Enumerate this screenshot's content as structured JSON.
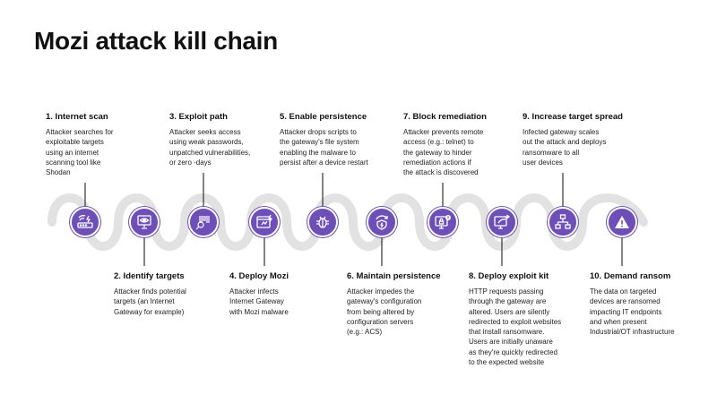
{
  "title": "Mozi attack kill chain",
  "colors": {
    "accent": "#6e4fb8",
    "wave": "#e2e2e2",
    "connector": "#333333"
  },
  "stages": [
    {
      "label": "1. Internet scan",
      "desc": "Attacker searches for\nexploitable targets\nusing an internet\nscanning tool like\nShodan",
      "icon": "router-icon"
    },
    {
      "label": "2. Identify targets",
      "desc": "Attacker finds potential\ntargets (an Internet\nGateway for example)",
      "icon": "monitor-eye-icon"
    },
    {
      "label": "3. Exploit path",
      "desc": "Attacker seeks access\nusing weak passwords,\nunpatched vulnerabilities,\nor zero -days",
      "icon": "barcode-search-icon"
    },
    {
      "label": "4. Deploy Mozi",
      "desc": "Attacker infects\nInternet Gateway\nwith Mozi malware",
      "icon": "browser-bolt-icon"
    },
    {
      "label": "5. Enable persistence",
      "desc": "Attacker drops scripts to\nthe gateway's file  system\nenabling  the malware to\npersist after a device  restart",
      "icon": "bug-icon"
    },
    {
      "label": "6. Maintain persistence",
      "desc": "Attacker impedes  the\ngateway's configuration\nfrom being altered by\nconfiguration servers\n(e.g.: ACS)",
      "icon": "shield-refresh-icon"
    },
    {
      "label": "7. Block remediation",
      "desc": "Attacker prevents remote\naccess (e.g.: telnet) to\nthe gateway to hinder\nremediation actions if\nthe attack is discovered",
      "icon": "monitor-lock-icon"
    },
    {
      "label": "8. Deploy exploit kit",
      "desc": "HTTP requests passing\nthrough the gateway are\naltered. Users are silently\nredirected to exploit websites\nthat install ransomware.\nUsers are initially unaware\nas they're quickly redirected\nto the expected website",
      "icon": "monitor-redirect-icon"
    },
    {
      "label": "9. Increase target spread",
      "desc": "Infected gateway scales\nout the attack and deploys\nransomware to all\nuser devices",
      "icon": "network-icon"
    },
    {
      "label": "10. Demand ransom",
      "desc": "The data on targeted\ndevices are ransomed\nimpacting IT endpoints\nand when present\nIndustrial/OT infrastructure",
      "icon": "warning-icon"
    }
  ]
}
